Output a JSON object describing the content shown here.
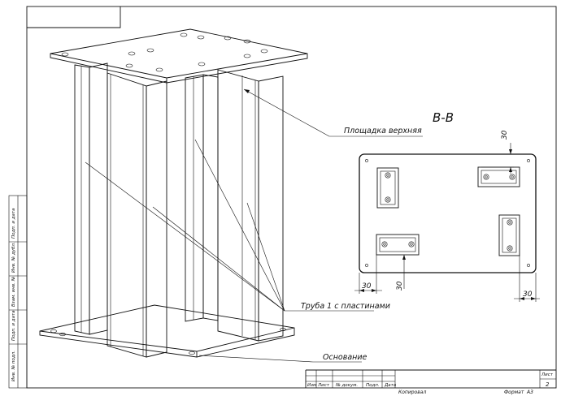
{
  "labels": {
    "top_platform": "Площадка верхняя",
    "tubes": "Труба 1 с пластинами",
    "base": "Основание",
    "section": "В-В"
  },
  "dimensions": {
    "top_gap": "30",
    "left_gap": "30",
    "plate_gap": "30",
    "right_gap": "30"
  },
  "side_stamp": [
    "Инв. № подл.",
    "Подп. и дата",
    "Взам. инв. №",
    "Инв. № дубл.",
    "Подп. и дата"
  ],
  "title_block": {
    "headers": [
      "Изм",
      "Лист",
      "№ докум.",
      "Подп.",
      "Дата"
    ],
    "sheet_label": "Лист",
    "sheet_number": "2",
    "copied": "Копировал",
    "format_label": "Формат",
    "format_value": "А3"
  }
}
